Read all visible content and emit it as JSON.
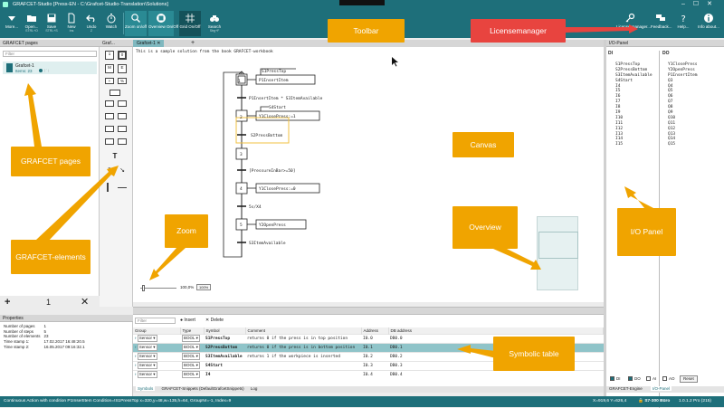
{
  "window": {
    "title": "GRAFCET-Studio [Press-EN - C:\\Grafcet-Studio-Translation\\Solutions]"
  },
  "toolbar": [
    {
      "label": "More...",
      "sub": ""
    },
    {
      "label": "Open...",
      "sub": "STRL+O"
    },
    {
      "label": "Save",
      "sub": "STRL+S"
    },
    {
      "label": "New",
      "sub": "Ins"
    },
    {
      "label": "Undo",
      "sub": "Z"
    },
    {
      "label": "Watch",
      "sub": ""
    },
    {
      "label": "Zoom on/off",
      "sub": ""
    },
    {
      "label": "Overview On/Off",
      "sub": ""
    },
    {
      "label": "Grid On/Off",
      "sub": ""
    },
    {
      "label": "Search",
      "sub": "Strg+F"
    }
  ],
  "toolbar_right": [
    {
      "label": "License manager..."
    },
    {
      "label": "Feedback..."
    },
    {
      "label": "Help..."
    },
    {
      "label": "Info about..."
    }
  ],
  "pages_panel": {
    "title": "GRAFCET pages",
    "filter_placeholder": "Filter",
    "page_name": "Grafcet-1",
    "page_sub": "Items: 23",
    "count": "1"
  },
  "elements_panel": {
    "title": "Graf..."
  },
  "properties": {
    "title": "Properties",
    "rows": [
      {
        "k": "Number of pages",
        "v": "1"
      },
      {
        "k": "Number of steps",
        "v": "5"
      },
      {
        "k": "Number of elements",
        "v": "23"
      },
      {
        "k": "Time stamp 1:",
        "v": "17.02.2017 16:48:20.5"
      },
      {
        "k": "Time stamp 2:",
        "v": "16.05.2017 09:16:32.1"
      }
    ]
  },
  "tabs": {
    "doc": "Grafcet-1"
  },
  "canvas": {
    "note": "This is a sample solution from the book GRAFCET-workbook",
    "graf": {
      "s1": "S1PressTop",
      "a1": "P1InsertItem",
      "t1": "P1InsertItem * S3ItemAvailable",
      "r2": "S4Start",
      "a2": "Y1ClosePress:=1",
      "t2": "S2PressBottom",
      "s3": "3",
      "t3": "[PressureInBar>=50]",
      "a4": "Y1ClosePress:=0",
      "t4": "5s/X4",
      "a5": "Y2OpenPress",
      "t5": "S3ItemAvailable"
    },
    "zoom": "100,0%",
    "zoom_btn": "100%"
  },
  "io_panel": {
    "title": "I/O-Panel",
    "di_header": "DI",
    "do_header": "DO",
    "di": [
      "S1PressTop",
      "S2PressBottom",
      "S3ItemAvailable",
      "S4Start",
      "I4",
      "I5",
      "I6",
      "I7",
      "I8",
      "I9",
      "I10",
      "I11",
      "I12",
      "I13",
      "I14",
      "I15"
    ],
    "do": [
      "Y1ClosePress",
      "Y2OpenPress",
      "P1InsertItem",
      "Q3",
      "Q4",
      "Q5",
      "Q6",
      "Q7",
      "Q8",
      "Q9",
      "Q10",
      "Q11",
      "Q12",
      "Q13",
      "Q14",
      "Q15"
    ],
    "checks": [
      "DI",
      "DO",
      "AI",
      "AO"
    ],
    "reset": "Reset",
    "tabs": [
      "GRAFCET-Engine",
      "I/O-Panel"
    ]
  },
  "symbols": {
    "title": "Symbols",
    "filter_placeholder": "Filter",
    "insert": "Insert",
    "delete": "Delete",
    "headers": [
      "Group",
      "Type",
      "Symbol",
      "Comment",
      "Address",
      "DB address"
    ],
    "rows": [
      {
        "group": "Sensor",
        "type": "BOOL",
        "symbol": "S1PressTop",
        "comment": "returns 0 if the press is in top position",
        "addr": "I0.0",
        "db": "DB0.0"
      },
      {
        "group": "Sensor",
        "type": "BOOL",
        "symbol": "S2PressBottom",
        "comment": "returns 0 if the press is in bottom position",
        "addr": "I0.1",
        "db": "DB0.1"
      },
      {
        "group": "Sensor",
        "type": "BOOL",
        "symbol": "S3ItemAvailable",
        "comment": "returns 1 if the workpiece is inserted",
        "addr": "I0.2",
        "db": "DB0.2"
      },
      {
        "group": "Sensor",
        "type": "BOOL",
        "symbol": "S4Start",
        "comment": "",
        "addr": "I0.3",
        "db": "DB0.3"
      },
      {
        "group": "Sensor",
        "type": "BOOL",
        "symbol": "I4",
        "comment": "",
        "addr": "I0.4",
        "db": "DB0.4"
      }
    ],
    "tabs": [
      "Symbols",
      "GRAFCET-Snippets (DefaultGrafcetSnippets)",
      "Log"
    ]
  },
  "status": {
    "left": "Continuous Action with condition P1InsertItem Condition=!S1PressTop x=320,y=48,w=135,h=64, GroupNr=-1, Index=9",
    "coords": "X=919,6 Y=626,4",
    "plc": "S7-300 Büro",
    "ver": "1.0.1.2  Pro  (215)"
  },
  "callouts": {
    "toolbar": "Toolbar",
    "license": "Licensemanager",
    "pages": "GRAFCET pages",
    "canvas": "Canvas",
    "elements": "GRAFCET-elements",
    "zoom": "Zoom",
    "overview": "Overview",
    "io": "I/O Panel",
    "symtable": "Symbolic table"
  },
  "colors": {
    "accent": "#1e6f7a",
    "callout": "#f0a400",
    "callout_alt": "#e8443f",
    "selected_row": "#8fc4c9"
  }
}
